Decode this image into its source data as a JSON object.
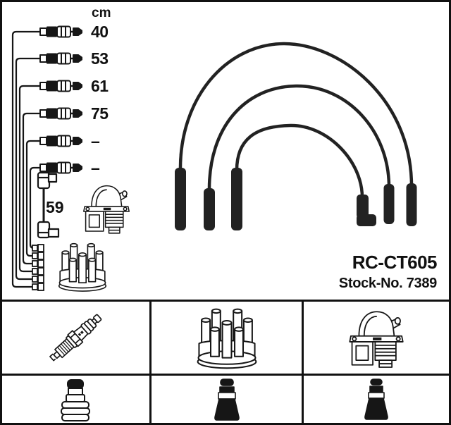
{
  "colors": {
    "ink": "#161616",
    "paper": "#ffffff"
  },
  "length_table": {
    "unit_header": "cm",
    "rows": [
      {
        "name": "cable-1",
        "length_cm": "40"
      },
      {
        "name": "cable-2",
        "length_cm": "53"
      },
      {
        "name": "cable-3",
        "length_cm": "61"
      },
      {
        "name": "cable-4",
        "length_cm": "75"
      },
      {
        "name": "cable-5",
        "length_cm": "–"
      },
      {
        "name": "cable-6",
        "length_cm": "–"
      }
    ],
    "coil_cable": {
      "name": "coil-cable",
      "length_cm": "59"
    }
  },
  "product": {
    "part_number": "RC-CT605",
    "stock_text": "Stock-No. 7389"
  },
  "components_grid": {
    "cells": [
      {
        "icon": "spark-plug-icon"
      },
      {
        "icon": "distributor-cap-icon"
      },
      {
        "icon": "ignition-coil-icon"
      },
      {
        "icon": "distributor-boot-icon"
      },
      {
        "icon": "spark-plug-boot-icon"
      },
      {
        "icon": "coil-boot-icon"
      }
    ]
  }
}
